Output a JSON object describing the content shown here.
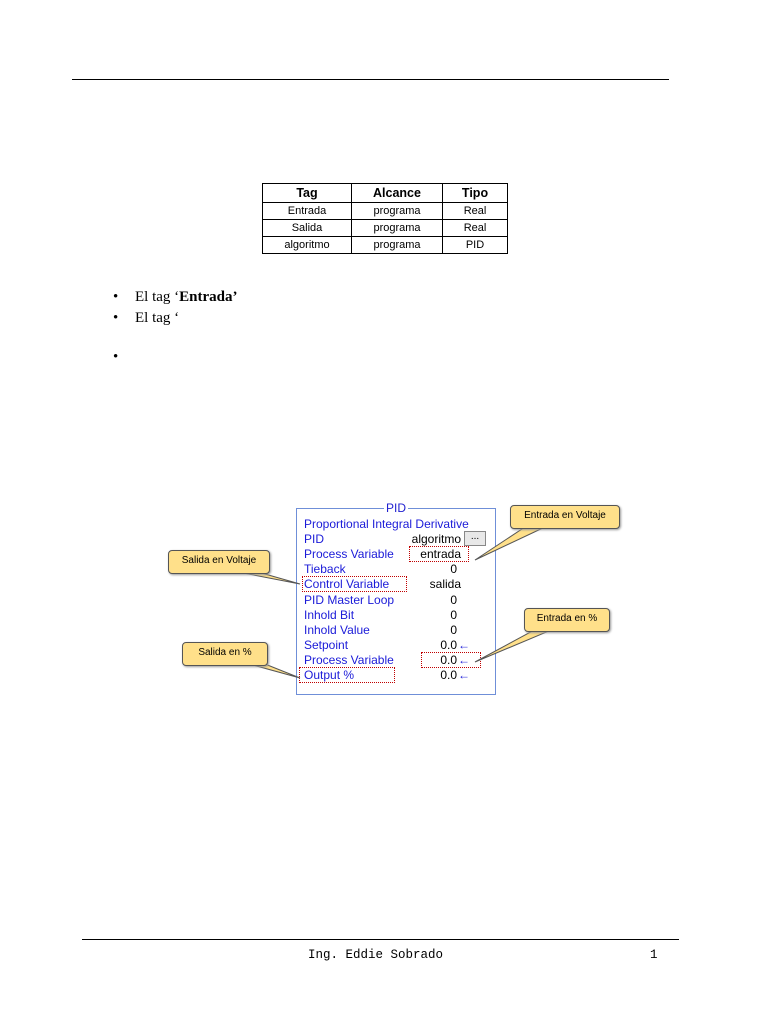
{
  "table": {
    "headers": [
      "Tag",
      "Alcance",
      "Tipo"
    ],
    "rows": [
      [
        "Entrada",
        "programa",
        "Real"
      ],
      [
        "Salida",
        "programa",
        "Real"
      ],
      [
        "algoritmo",
        "programa",
        "PID"
      ]
    ]
  },
  "bullets": {
    "b1_prefix": "El tag ‘",
    "b1_bold": "Entrada’",
    "b2_prefix": "El tag ‘",
    "b3_text": ""
  },
  "pid": {
    "title": "PID",
    "rows": [
      {
        "label": "Proportional Integral Derivative",
        "value": ""
      },
      {
        "label": "PID",
        "value": "algoritmo"
      },
      {
        "label": "Process Variable",
        "value": "entrada"
      },
      {
        "label": "Tieback",
        "value": "0"
      },
      {
        "label": "Control Variable",
        "value": "salida"
      },
      {
        "label": "PID Master Loop",
        "value": "0"
      },
      {
        "label": "Inhold Bit",
        "value": "0"
      },
      {
        "label": "Inhold Value",
        "value": "0"
      },
      {
        "label": "Setpoint",
        "value": "0.0"
      },
      {
        "label": "Process Variable",
        "value": "0.0"
      },
      {
        "label": "Output %",
        "value": "0.0"
      }
    ],
    "button_label": "...",
    "arrow_glyph": "←"
  },
  "callouts": {
    "entrada_voltaje": "Entrada en Voltaje",
    "salida_voltaje": "Salida en Voltaje",
    "entrada_pct": "Entrada en %",
    "salida_pct": "Salida en %"
  },
  "footer": {
    "author": "Ing. Eddie Sobrado",
    "page": "1"
  },
  "colors": {
    "callout_fill": "#ffe08a",
    "pid_label": "#1a1ad8",
    "highlight": "#c00000"
  }
}
